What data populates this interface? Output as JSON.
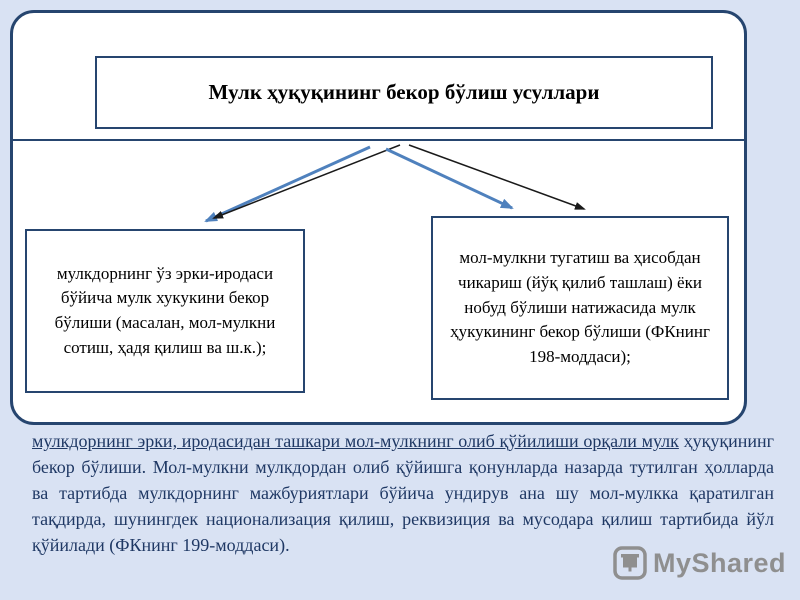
{
  "diagram": {
    "title": "Мулк ҳуқуқининг бекор бўлиш усуллари",
    "left_box": {
      "text": "мулкдорнинг ўз эрки-иродаси бўйича мулк хукукини бекор бўлиши (масалан, мол-мулкни сотиш, ҳадя қилиш ва ш.к.);"
    },
    "right_box": {
      "text": "мол-мулкни тугатиш ва ҳисобдан чикариш (йўқ қилиб ташлаш) ёки нобуд бўлиши натижасида мулк ҳукукининг бекор бўлиши (ФКнинг 198-моддаси);"
    }
  },
  "footnote": {
    "underlined": "мулкдорнинг эрки, иродасидан ташкари мол-мулкнинг олиб қўйилиши орқали мулк",
    "rest": " ҳуқуқининг бекор бўлиши. Мол-мулкни мулкдордан олиб қўйишга қонунларда назарда тутилган ҳолларда ва тартибда мулкдорнинг мажбуриятлари бўйича ундирув  ана шу мол-мулкка қаратилган тақдирда, шунингдек национализация қилиш, реквизиция ва мусодара қилиш тартибида йўл қўйилади (ФКнинг 199-моддаси)."
  },
  "watermark": {
    "label": "MyShared"
  },
  "colors": {
    "background": "#d9e2f3",
    "border": "#26456f",
    "arrow_blue": "#4f81bd",
    "arrow_black": "#1a1a1a",
    "footnote_text": "#1f3864",
    "watermark": "#8f8f8f"
  }
}
